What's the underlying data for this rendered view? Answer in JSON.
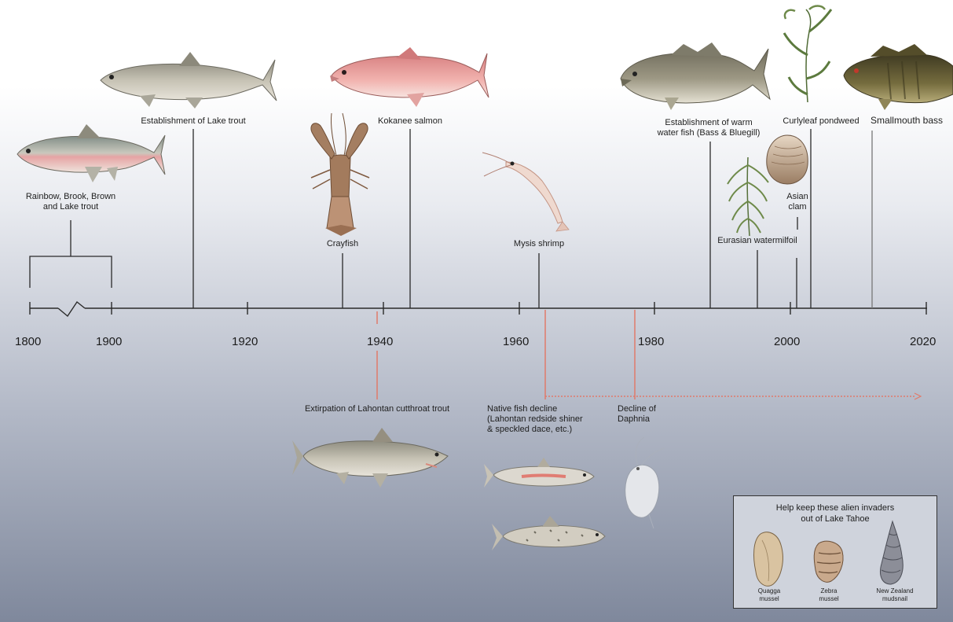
{
  "events_above": [
    {
      "id": "rainbow",
      "label": "Rainbow, Brook, Brown\nand Lake trout"
    },
    {
      "id": "lake-trout",
      "label": "Establishment of Lake trout"
    },
    {
      "id": "crayfish",
      "label": "Crayfish"
    },
    {
      "id": "kokanee",
      "label": "Kokanee salmon"
    },
    {
      "id": "mysis",
      "label": "Mysis shrimp"
    },
    {
      "id": "warmwater",
      "label": "Establishment of warm\nwater fish (Bass & Bluegill)"
    },
    {
      "id": "milfoil",
      "label": "Eurasian watermilfoil"
    },
    {
      "id": "asian-clam",
      "label": "Asian\nclam"
    },
    {
      "id": "curlyleaf",
      "label": "Curlyleaf pondweed"
    },
    {
      "id": "smallmouth",
      "label": "Smallmouth bass"
    }
  ],
  "events_below": [
    {
      "id": "cutthroat",
      "label": "Extirpation of Lahontan cutthroat trout"
    },
    {
      "id": "native-decline",
      "label": "Native fish decline\n(Lahontan redside shiner\n& speckled dace, etc.)"
    },
    {
      "id": "daphnia",
      "label": "Decline of\nDaphnia"
    }
  ],
  "axis": {
    "ticks": [
      "1800",
      "1900",
      "1920",
      "1940",
      "1960",
      "1980",
      "2000",
      "2020"
    ]
  },
  "legend": {
    "title": "Help keep these alien invaders\nout of Lake Tahoe",
    "items": [
      {
        "id": "quagga",
        "label": "Quagga\nmussel"
      },
      {
        "id": "zebra",
        "label": "Zebra\nmussel"
      },
      {
        "id": "mudsnail",
        "label": "New Zealand\nmudsnail"
      }
    ]
  },
  "colors": {
    "line": "#2a2a2a",
    "decline_line": "#e07a6a",
    "trout_body": "#b9b6a8",
    "salmon_body": "#e9a5a2",
    "bass_body": "#8d8a76",
    "smallmouth_body": "#6d6640",
    "plant_green": "#6e8a4a"
  },
  "icons": [
    "rainbow-trout-icon",
    "lake-trout-icon",
    "crayfish-icon",
    "kokanee-salmon-icon",
    "mysis-shrimp-icon",
    "largemouth-bass-icon",
    "watermilfoil-icon",
    "asian-clam-icon",
    "pondweed-icon",
    "smallmouth-bass-icon",
    "cutthroat-trout-icon",
    "redside-shiner-icon",
    "speckled-dace-icon",
    "daphnia-icon",
    "quagga-mussel-icon",
    "zebra-mussel-icon",
    "mudsnail-icon"
  ]
}
